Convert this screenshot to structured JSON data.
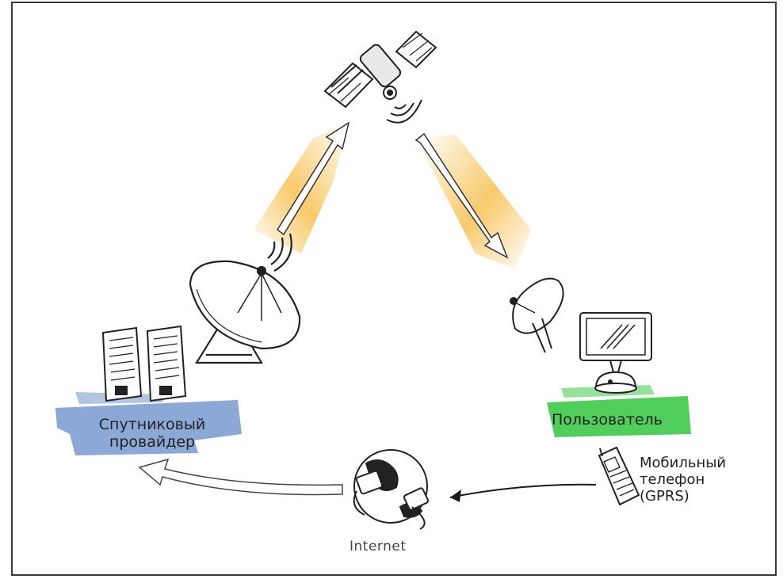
{
  "labels": {
    "provider_line1": "Спутниковый",
    "provider_line2": "провайдер",
    "user": "Пользователь",
    "phone_line1": "Мобильный",
    "phone_line2": "телефон",
    "phone_line3": "(GPRS)",
    "internet": "Internet"
  },
  "colors": {
    "provider_highlight": "#7f9fd1",
    "user_highlight": "#3ec84a",
    "beam": "#f5b83a",
    "line": "#1a1a1a"
  }
}
